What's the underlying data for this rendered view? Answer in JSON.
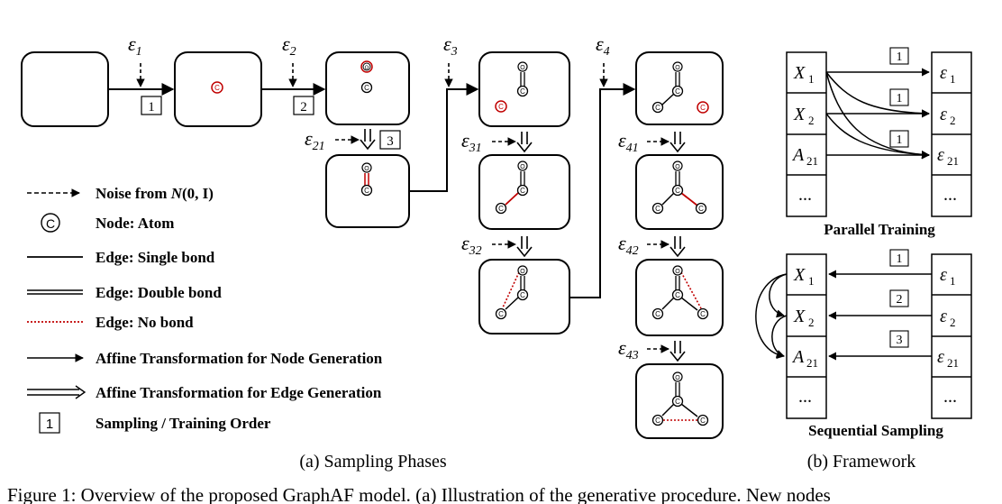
{
  "phases": {
    "noise": {
      "e1": "1",
      "e2": "2",
      "e3": "3",
      "e4": "4",
      "e21": "21",
      "e31": "31",
      "e32": "32",
      "e41": "41",
      "e42": "42",
      "e43": "43"
    },
    "order": {
      "o1": "1",
      "o2": "2",
      "o3": "3"
    },
    "atom_glyph": "C",
    "atom_glyph_o": "O"
  },
  "legend": {
    "noise_prefix": "Noise from ",
    "noise_dist": "N",
    "noise_args": "(0, I)",
    "node_atom": "Node: Atom",
    "node_symbol": "C",
    "edge_single": "Edge: Single bond",
    "edge_double": "Edge: Double bond",
    "edge_none": "Edge: No bond",
    "affine_node": "Affine Transformation for Node Generation",
    "affine_edge": "Affine Transformation for Edge Generation",
    "order_box": "1",
    "order_label": "Sampling / Training Order"
  },
  "framework": {
    "parallel_title": "Parallel Training",
    "sequential_title": "Sequential Sampling",
    "left": [
      "X",
      "X",
      "A",
      "..."
    ],
    "left_sub": [
      "1",
      "2",
      "21",
      ""
    ],
    "right": [
      "ε",
      "ε",
      "ε",
      "..."
    ],
    "right_sub": [
      "1",
      "2",
      "21",
      ""
    ],
    "parallel_order": [
      "1",
      "1",
      "1"
    ],
    "sequential_order": [
      "1",
      "2",
      "3"
    ]
  },
  "captions": {
    "a": "(a)  Sampling Phases",
    "b": "(b)  Framework",
    "figure": "Figure 1: Overview of the proposed GraphAF model. (a) Illustration of the generative procedure. New nodes"
  },
  "colors": {
    "red": "#c00000",
    "black": "#000000"
  }
}
